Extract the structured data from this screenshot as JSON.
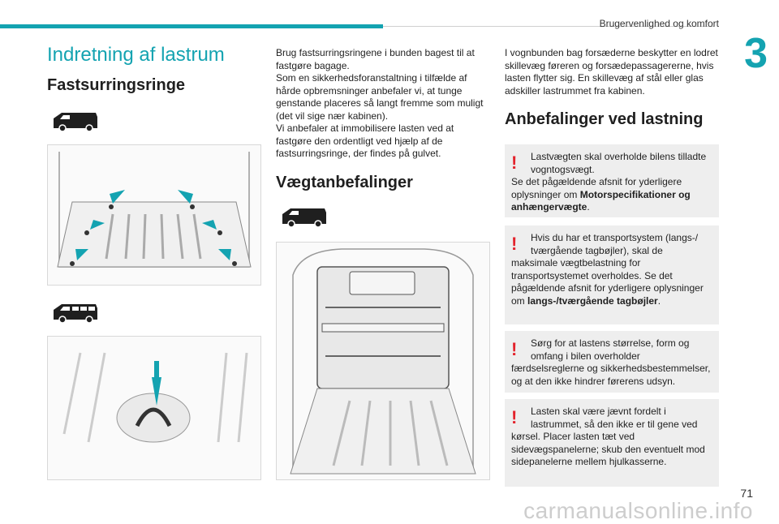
{
  "header": {
    "section_title": "Brugervenlighed og komfort",
    "chapter_number": "3"
  },
  "page_number": "71",
  "watermark": "carmanualsonline.info",
  "col1": {
    "title": "Indretning af lastrum",
    "subtitle": "Fastsurringsringe"
  },
  "col2": {
    "paragraphs": [
      "Brug fastsurringsringene i bunden bagest til at fastgøre bagage.",
      "Som en sikkerhedsforanstaltning i tilfælde af hårde opbremsninger anbefaler vi, at tunge genstande placeres så langt fremme som muligt (det vil sige nær kabinen).",
      "Vi anbefaler at immobilisere lasten ved at fastgøre den ordentligt ved hjælp af de fastsurringsringe, der findes på gulvet."
    ],
    "heading": "Vægtanbefalinger"
  },
  "col3": {
    "intro": "I vognbunden bag forsæderne beskytter en lodret skillevæg føreren og forsædepassagererne, hvis lasten flytter sig. En skillevæg af stål eller glas adskiller lastrummet fra kabinen.",
    "heading": "Anbefalinger ved lastning",
    "warnings": [
      {
        "first": "Lastvægten skal overholde bilens tilladte vognto­gsvægt.",
        "rest_a": "Se det pågældende afsnit for yderligere oplysninger om ",
        "bold": "Motorspecifikationer og anhængervægte",
        "rest_b": "."
      },
      {
        "first": "Hvis du har et transportsystem (langs-/ tværgående tagbøjler), skal de",
        "rest_a": "maksimale vægtbelastning for transportsystemet overholdes. Se det pågældende afsnit for yderligere oplysninger om ",
        "bold": "langs-/tværgående tagbøjler",
        "rest_b": "."
      },
      {
        "first": "Sørg for at lastens størrelse, form og omfang i bilen overholder",
        "rest_a": "færdselsreglerne og sikkerhedsbestemmelser, og at den ikke hindrer førerens udsyn.",
        "bold": "",
        "rest_b": ""
      },
      {
        "first": "Lasten skal være jævnt fordelt i lastrummet, så den ikke er til gene ved",
        "rest_a": "kørsel. Placer lasten tæt ved sidevægspanelerne; skub den eventuelt mod sidepanelerne mellem hjulkasserne.",
        "bold": "",
        "rest_b": ""
      }
    ]
  },
  "colors": {
    "accent": "#14a3b1",
    "warning": "#e3232c",
    "warn_bg": "#eeeeee"
  },
  "icons": [
    "van-icon",
    "minibus-icon",
    "warning-icon"
  ]
}
